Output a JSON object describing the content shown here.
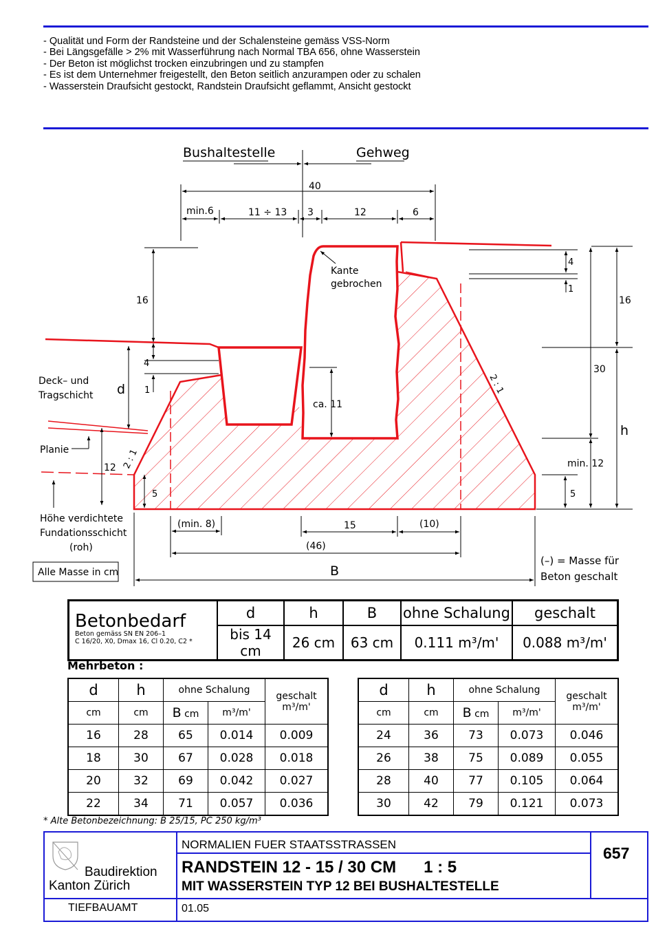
{
  "notes": [
    "-  Qualität und Form der Randsteine und der Schalensteine gemäss VSS-Norm",
    "-  Bei Längsgefälle > 2% mit Wasserführung nach Normal TBA 656, ohne Wasserstein",
    "-  Der Beton ist möglichst trocken einzubringen und zu stampfen",
    "-  Es ist dem Unternehmer freigestellt, den Beton seitlich anzurampen oder zu schalen",
    "-  Wasserstein Draufsicht gestockt, Randstein Draufsicht geflammt, Ansicht gestockt"
  ],
  "drawing": {
    "left_label": "Bushaltestelle",
    "right_label": "Gehweg",
    "dim_total": "40",
    "dim_parts": [
      "min.6",
      "11 ÷ 13",
      "3",
      "12",
      "6"
    ],
    "kante": "Kante",
    "gebrochen": "gebrochen",
    "dim_16_left": "16",
    "dim_4_left": "4",
    "dim_1_left": "1",
    "d_label": "d",
    "deck1": "Deck– und",
    "deck2": "Tragschicht",
    "planie": "Planie",
    "dim_12_left": "12",
    "slope_left": "2 : 1",
    "dim_5_left": "5",
    "ca11": "ca. 11",
    "slope_right": "2 : 1",
    "dim_4_right": "4",
    "dim_1_right": "1",
    "dim_16_right": "16",
    "dim_30": "30",
    "h_label": "h",
    "min12": "min. 12",
    "dim_5_right": "5",
    "hoehe1": "Höhe verdichtete",
    "hoehe2": "Fundationsschicht",
    "hoehe3": "(roh)",
    "min8": "(min. 8)",
    "dim_15": "15",
    "dim_10": "(10)",
    "dim_46": "(46)",
    "B_label": "B",
    "alle_masse": "Alle Masse in cm",
    "legend1": "(–) = Masse für",
    "legend2": "Beton geschalt"
  },
  "betonbedarf": {
    "title": "Betonbedarf",
    "spec1": "Beton gemäss SN EN 206–1",
    "spec2": "C 16/20, X0, Dmax 16, Cl 0.20, C2 *",
    "headers": [
      "d",
      "h",
      "B",
      "ohne Schalung",
      "geschalt"
    ],
    "values": [
      "bis 14 cm",
      "26 cm",
      "63 cm",
      "0.111 m³/m'",
      "0.088 m³/m'"
    ]
  },
  "mehrbeton": {
    "title": "Mehrbeton :",
    "h_d": "d",
    "h_h": "h",
    "h_ohne": "ohne Schalung",
    "h_geschalt": "geschalt",
    "u_cm": "cm",
    "u_B": "B",
    "u_Bcm": "cm",
    "u_m3": "m³/m'",
    "left_rows": [
      [
        "16",
        "28",
        "65",
        "0.014",
        "0.009"
      ],
      [
        "18",
        "30",
        "67",
        "0.028",
        "0.018"
      ],
      [
        "20",
        "32",
        "69",
        "0.042",
        "0.027"
      ],
      [
        "22",
        "34",
        "71",
        "0.057",
        "0.036"
      ]
    ],
    "right_rows": [
      [
        "24",
        "36",
        "73",
        "0.073",
        "0.046"
      ],
      [
        "26",
        "38",
        "75",
        "0.089",
        "0.055"
      ],
      [
        "28",
        "40",
        "77",
        "0.105",
        "0.064"
      ],
      [
        "30",
        "42",
        "79",
        "0.121",
        "0.073"
      ]
    ]
  },
  "footnote": "* Alte Betonbezeichnung: B 25/15, PC 250 kg/m³",
  "titleblock": {
    "org1": "Baudirektion",
    "org2": "Kanton Zürich",
    "dept": "TIEFBAUAMT",
    "line1": "NORMALIEN  FUER  STAATSSTRASSEN",
    "line2": "RANDSTEIN 12 - 15 / 30 CM      1 : 5",
    "line3": "MIT WASSERSTEIN TYP 12 BEI BUSHALTESTELLE",
    "date": "01.05",
    "number": "657"
  },
  "colors": {
    "rule": "#1a1ad6",
    "concrete": "#e8141c",
    "ink": "#000000"
  }
}
